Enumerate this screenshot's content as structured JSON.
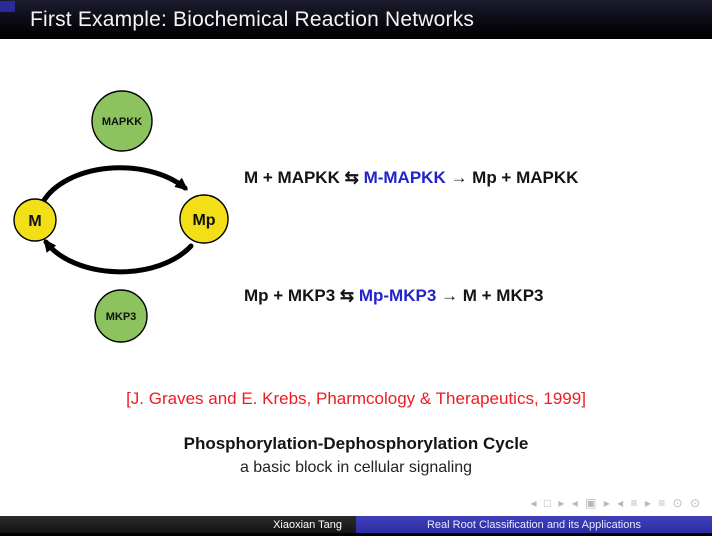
{
  "header": {
    "title": "First Example: Biochemical Reaction Networks"
  },
  "diagram": {
    "nodes": {
      "mapkk": {
        "label": "MAPKK"
      },
      "m": {
        "label": "M"
      },
      "mp": {
        "label": "Mp"
      },
      "mkp3": {
        "label": "MKP3"
      }
    }
  },
  "equations": {
    "eq1": {
      "pre": "M + MAPKK ⇆ ",
      "complex": "M-MAPKK",
      "post": " → Mp + MAPKK"
    },
    "eq2": {
      "pre": "Mp + MKP3 ⇆ ",
      "complex": "Mp-MKP3",
      "post": " → M + MKP3"
    }
  },
  "citation": "[J. Graves and E. Krebs, Pharmcology & Therapeutics, 1999]",
  "caption": {
    "title": "Phosphorylation-Dephosphorylation Cycle",
    "subtitle": "a basic block in cellular signaling"
  },
  "navigation": {
    "symbols": "◂ □ ▸  ◂ ▣ ▸  ◂ ≡ ▸  ≡  ⊙ ⊙"
  },
  "footer": {
    "author": "Xiaoxian Tang",
    "title": "Real Root Classification and its Applications"
  },
  "colors": {
    "node_green": "#8cc35f",
    "node_yellow": "#f2df18",
    "equation_blue": "#2323cc",
    "citation_red": "#ed1c24",
    "footer_blue": "#3333b2",
    "header_bg": "#0d0d16"
  }
}
